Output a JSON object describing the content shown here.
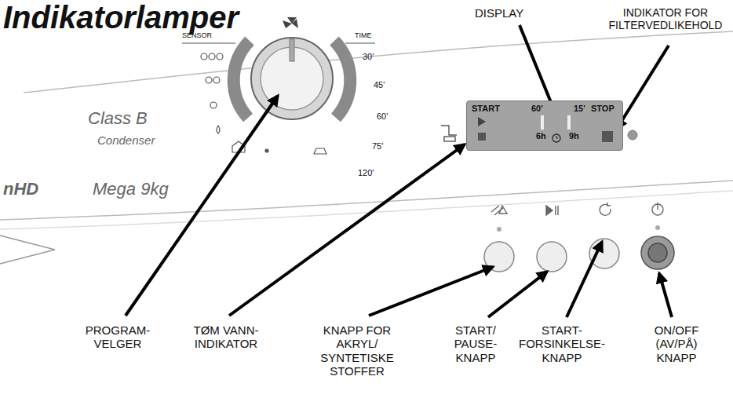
{
  "diagram": {
    "title": "Indikatorlamper",
    "nodes": [
      {
        "text": [
          "START",
          "60'",
          "15'",
          "STOP",
          "6h",
          "9h"
        ]
      }
    ],
    "labels": [
      "DISPLAY",
      "INDIKATOR FOR FILTERVEDLIKEHOLD",
      "Class B",
      "Condenser",
      "nHD",
      "Mega 9kg",
      "SENSOR",
      "TIME",
      "30'",
      "45'",
      "60'",
      "75'",
      "120'",
      "PROGRAM- VELGER",
      "TØM VANN- INDIKATOR",
      "KNAPP FOR AKRYL/ SYNTETISKE STOFFER",
      "START/ PAUSE- KNAPP",
      "START- FORSINKELSE- KNAPP",
      "ON/OFF (AV/PÅ) KNAPP"
    ]
  }
}
